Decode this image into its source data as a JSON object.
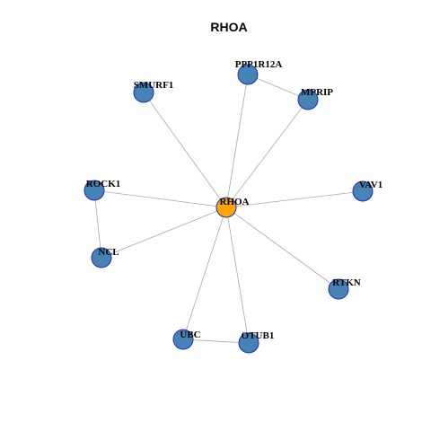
{
  "title": "RHOA",
  "colors": {
    "center_fill": "#ffa500",
    "node_fill": "#4682b4",
    "node_stroke": "#1f2fbf",
    "edge": "#a8a8a8"
  },
  "nodes": [
    {
      "id": "RHOA",
      "label": "RHOA",
      "role": "center"
    },
    {
      "id": "PPP1R12A",
      "label": "PPP1R12A",
      "role": "neighbor"
    },
    {
      "id": "MPRIP",
      "label": "MPRIP",
      "role": "neighbor"
    },
    {
      "id": "SMURF1",
      "label": "SMURF1",
      "role": "neighbor"
    },
    {
      "id": "ROCK1",
      "label": "ROCK1",
      "role": "neighbor"
    },
    {
      "id": "VAV1",
      "label": "VAV1",
      "role": "neighbor"
    },
    {
      "id": "NCL",
      "label": "NCL",
      "role": "neighbor"
    },
    {
      "id": "RTKN",
      "label": "RTKN",
      "role": "neighbor"
    },
    {
      "id": "UBC",
      "label": "UBC",
      "role": "neighbor"
    },
    {
      "id": "OTUB1",
      "label": "OTUB1",
      "role": "neighbor"
    }
  ],
  "edges": [
    [
      "RHOA",
      "PPP1R12A"
    ],
    [
      "RHOA",
      "MPRIP"
    ],
    [
      "RHOA",
      "SMURF1"
    ],
    [
      "RHOA",
      "ROCK1"
    ],
    [
      "RHOA",
      "VAV1"
    ],
    [
      "RHOA",
      "NCL"
    ],
    [
      "RHOA",
      "RTKN"
    ],
    [
      "RHOA",
      "UBC"
    ],
    [
      "RHOA",
      "OTUB1"
    ],
    [
      "PPP1R12A",
      "MPRIP"
    ],
    [
      "ROCK1",
      "NCL"
    ],
    [
      "UBC",
      "OTUB1"
    ]
  ]
}
